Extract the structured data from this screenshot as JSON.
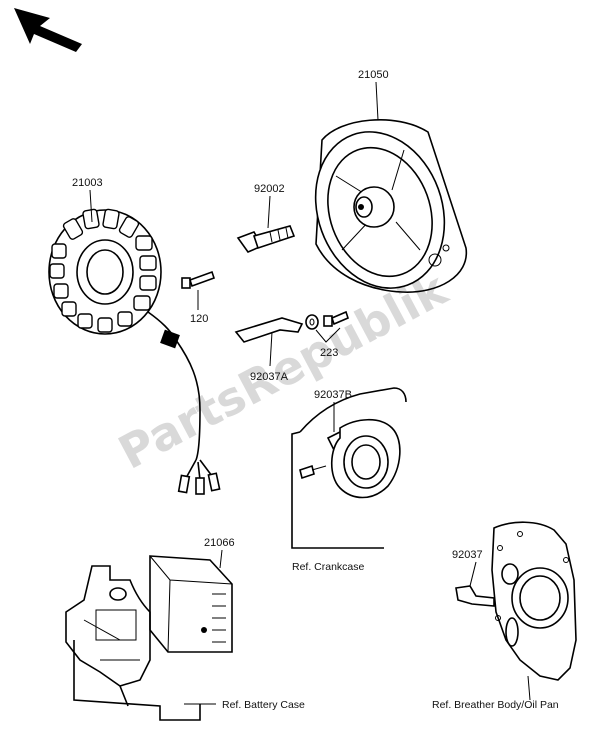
{
  "watermark": "PartsRepublik",
  "parts": {
    "flywheel": "21050",
    "stator": "21003",
    "bolt": "92002",
    "screw_120": "120",
    "screw_223": "223",
    "clamp_a": "92037A",
    "clamp_b": "92037B",
    "regulator": "21066",
    "clamp": "92037"
  },
  "refs": {
    "crankcase": "Ref. Crankcase",
    "battery_case": "Ref. Battery Case",
    "breather": "Ref. Breather Body/Oil Pan"
  }
}
